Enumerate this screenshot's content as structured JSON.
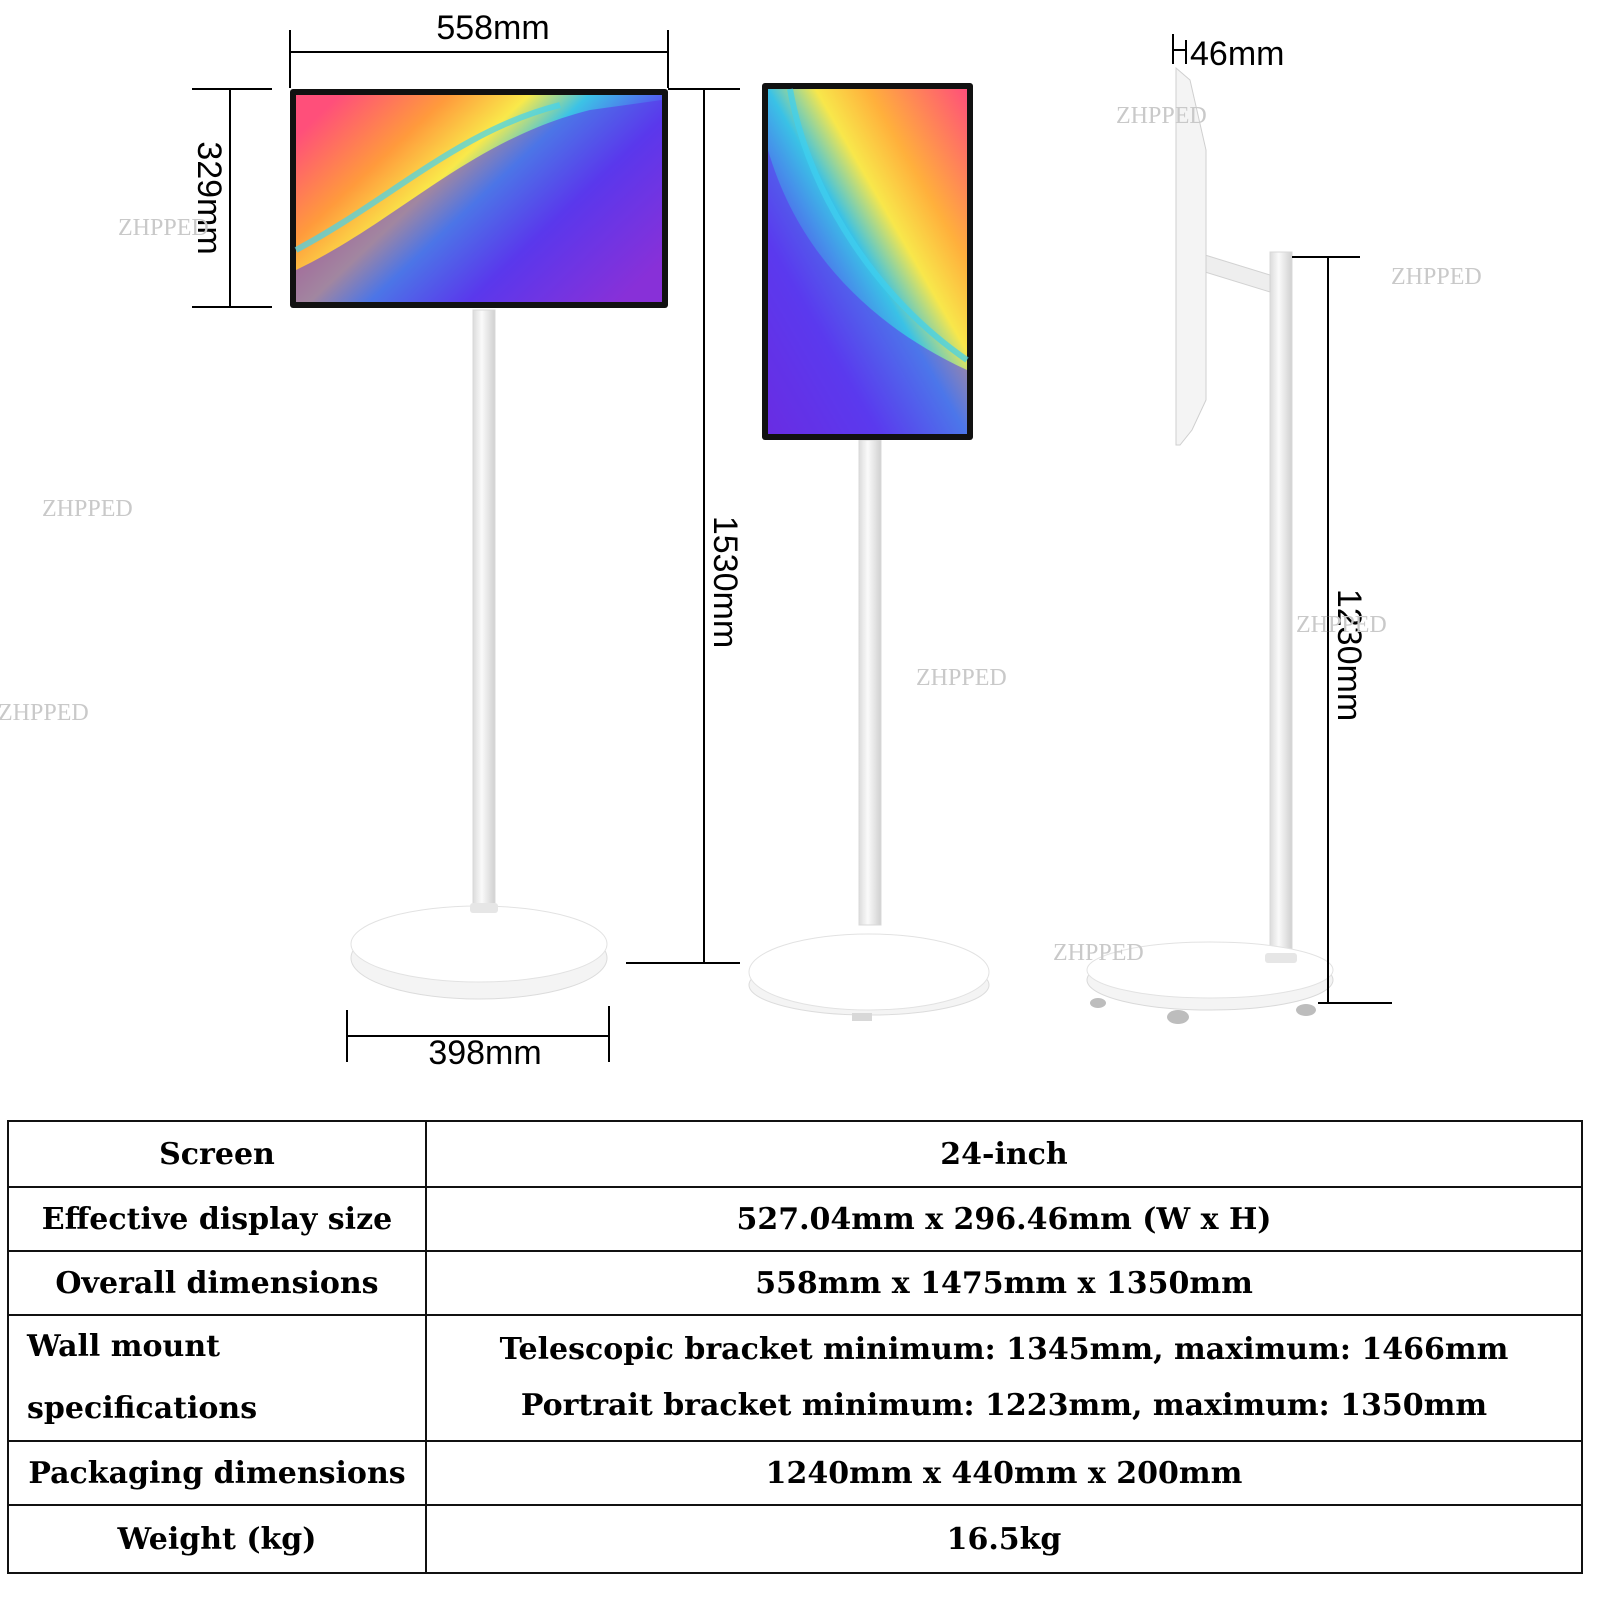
{
  "dimensions": {
    "width": "558mm",
    "height": "329mm",
    "overall_height": "1530mm",
    "depth": "46mm",
    "stand_height": "1230mm",
    "base_diameter": "398mm"
  },
  "watermark": "ZHPPED",
  "specs_table": {
    "rows": [
      {
        "label": "Screen",
        "value": "24-inch"
      },
      {
        "label": "Effective display size",
        "value": "527.04mm x 296.46mm (W x H)"
      },
      {
        "label": "Overall dimensions",
        "value": "558mm x 1475mm x 1350mm"
      },
      {
        "label_line1": "Wall mount",
        "label_line2": "specifications",
        "value_line1": "Telescopic bracket minimum: 1345mm, maximum: 1466mm",
        "value_line2": "Portrait bracket minimum: 1223mm, maximum: 1350mm"
      },
      {
        "label": "Packaging dimensions",
        "value": "1240mm x 440mm x 200mm"
      },
      {
        "label": "Weight (kg)",
        "value": "16.5kg"
      }
    ]
  },
  "colors": {
    "stand": "#f2f2f2",
    "stand_edge": "#d6d6d6",
    "bezel": "#111111",
    "screen_gradient": [
      "#ff3c6e",
      "#ffb13b",
      "#fff34a",
      "#36c8e8",
      "#5a3cf0",
      "#c128c8"
    ]
  }
}
